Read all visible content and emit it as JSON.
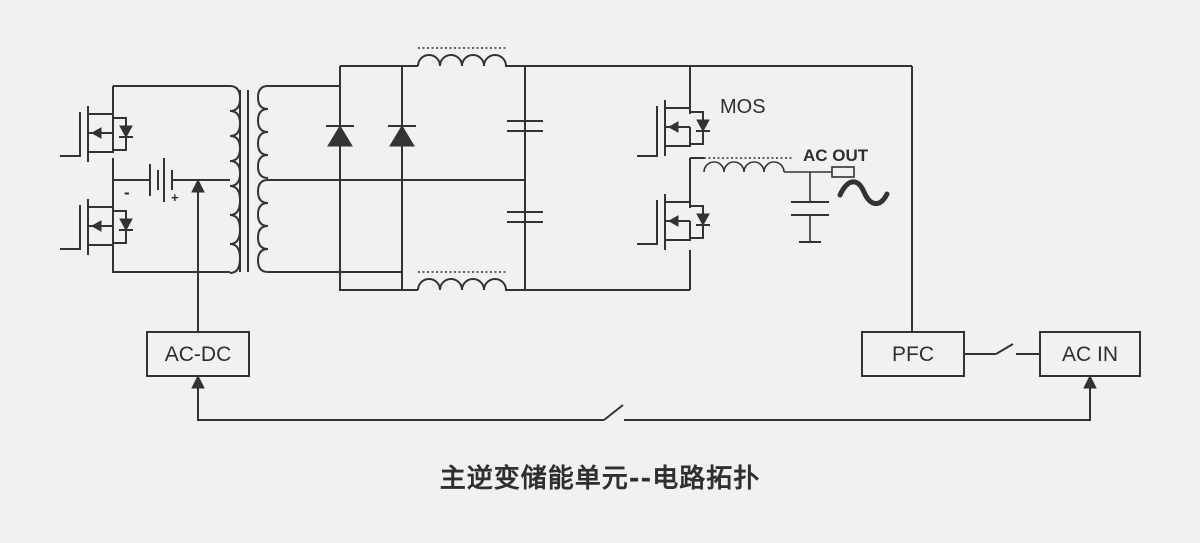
{
  "colors": {
    "background": "#f1f1f1",
    "line": "#333333",
    "text": "#2e2e2e"
  },
  "labels": {
    "ac_dc": "AC-DC",
    "pfc": "PFC",
    "ac_in": "AC IN",
    "mos": "MOS",
    "ac_out": "AC OUT",
    "battery_minus": "-",
    "battery_plus": "+"
  },
  "icons": {
    "mosfet": "mosfet-icon",
    "diode": "diode-icon",
    "capacitor": "capacitor-icon",
    "inductor": "inductor-icon",
    "transformer": "transformer-icon",
    "battery": "battery-icon",
    "switch": "switch-icon",
    "resistor": "resistor-icon",
    "ac_source": "ac-source-icon",
    "arrow": "arrow-up-icon"
  },
  "caption": "主逆变储能单元--电路拓扑"
}
